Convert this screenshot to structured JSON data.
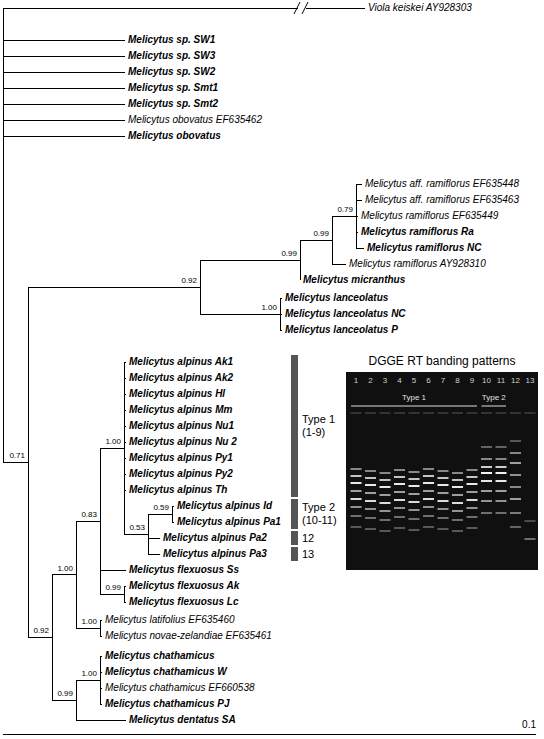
{
  "diagram": {
    "labels": [
      "Viola keiskei AY928303",
      "Melicytus sp. SW1",
      "Melicytus sp. SW3",
      "Melicytus sp. SW2",
      "Melicytus sp. Smt1",
      "Melicytus sp. Smt2",
      "Melicytus obovatus EF635462",
      "Melicytus obovatus",
      "Melicytus aff. ramiflorus EF635448",
      "Melicytus aff. ramiflorus EF635463",
      "0.79",
      "Melicytus ramiflorus EF635449",
      "0.99",
      "Melicytus ramiflorus Ra",
      "Melicytus ramiflorus NC",
      "Melicytus ramiflorus AY928310",
      "Melicytus micranthus",
      "0.99",
      "0.92",
      "1.00",
      "Melicytus lanceolatus",
      "Melicytus lanceolatus NC",
      "Melicytus lanceolatus P",
      "0.71",
      "DGGE RT banding patterns",
      "1",
      "2",
      "3",
      "4",
      "5",
      "6",
      "7",
      "8",
      "9",
      "10",
      "11",
      "12",
      "13",
      "Type 1",
      "Type 2",
      "Melicytus alpinus Ak1",
      "Melicytus alpinus Ak2",
      "Melicytus alpinus Hl",
      "Melicytus alpinus Mm",
      "Melicytus alpinus Nu1",
      "Melicytus alpinus Nu 2",
      "Melicytus alpinus Py1",
      "Melicytus alpinus Py2",
      "Melicytus alpinus Th",
      "Type 1 (1-9)",
      "1.00",
      "Melicytus alpinus Id",
      "0.59",
      "Melicytus alpinus Pa1",
      "Type 2 (10-11)",
      "Melicytus alpinus Pa2",
      "12",
      "0.53",
      "Melicytus alpinus Pa3",
      "13",
      "0.83",
      "Melicytus flexuosus Ss",
      "1.00",
      "Melicytus flexuosus Ak",
      "0.99",
      "Melicytus flexuosus Lc",
      "1.00",
      "Melicytus latifolius EF635460",
      "Melicytus novae-zelandiae EF635461",
      "0.92",
      "Melicytus chathamicus",
      "1.00",
      "Melicytus chathamicus W",
      "Melicytus chathamicus EF660538",
      "Melicytus chathamicus PJ",
      "0.99",
      "Melicytus dentatus SA",
      "0.1"
    ]
  }
}
